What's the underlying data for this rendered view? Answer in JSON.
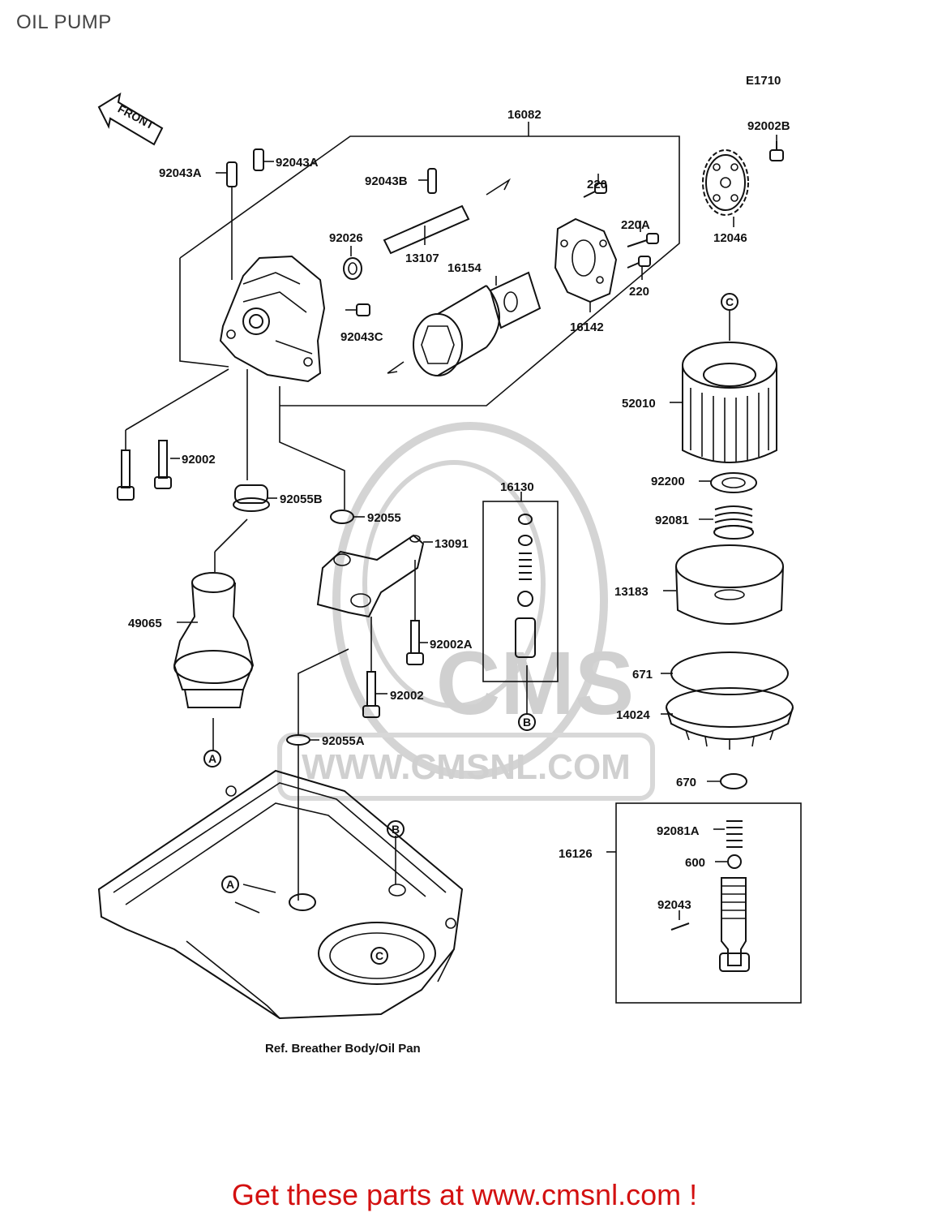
{
  "title": "OIL PUMP",
  "diagram_code": "E1710",
  "front_label": "FRONT",
  "ref_note": "Ref. Breather Body/Oil Pan",
  "watermark": "WWW.CMSNL.COM",
  "watermark_logo": "CMS",
  "footer": "Get these parts at www.cmsnl.com !",
  "callouts": {
    "c1": "A",
    "c2": "B",
    "c3": "C"
  },
  "parts": {
    "p16082": "16082",
    "p92002B": "92002B",
    "p92043A_1": "92043A",
    "p92043A_2": "92043A",
    "p92043B": "92043B",
    "p220_1": "220",
    "p220A": "220A",
    "p220_2": "220",
    "p12046": "12046",
    "p92026": "92026",
    "p13107": "13107",
    "p16154": "16154",
    "p16142": "16142",
    "p92043C": "92043C",
    "p52010": "52010",
    "p92002_1": "92002",
    "p92055B": "92055B",
    "p92055": "92055",
    "p16130": "16130",
    "p13091": "13091",
    "p92200": "92200",
    "p92081": "92081",
    "p13183": "13183",
    "p49065": "49065",
    "p92002A": "92002A",
    "p671": "671",
    "p92002_2": "92002",
    "p14024": "14024",
    "p92055A": "92055A",
    "p670": "670",
    "p92081A": "92081A",
    "p16126": "16126",
    "p600": "600",
    "p92043": "92043"
  }
}
